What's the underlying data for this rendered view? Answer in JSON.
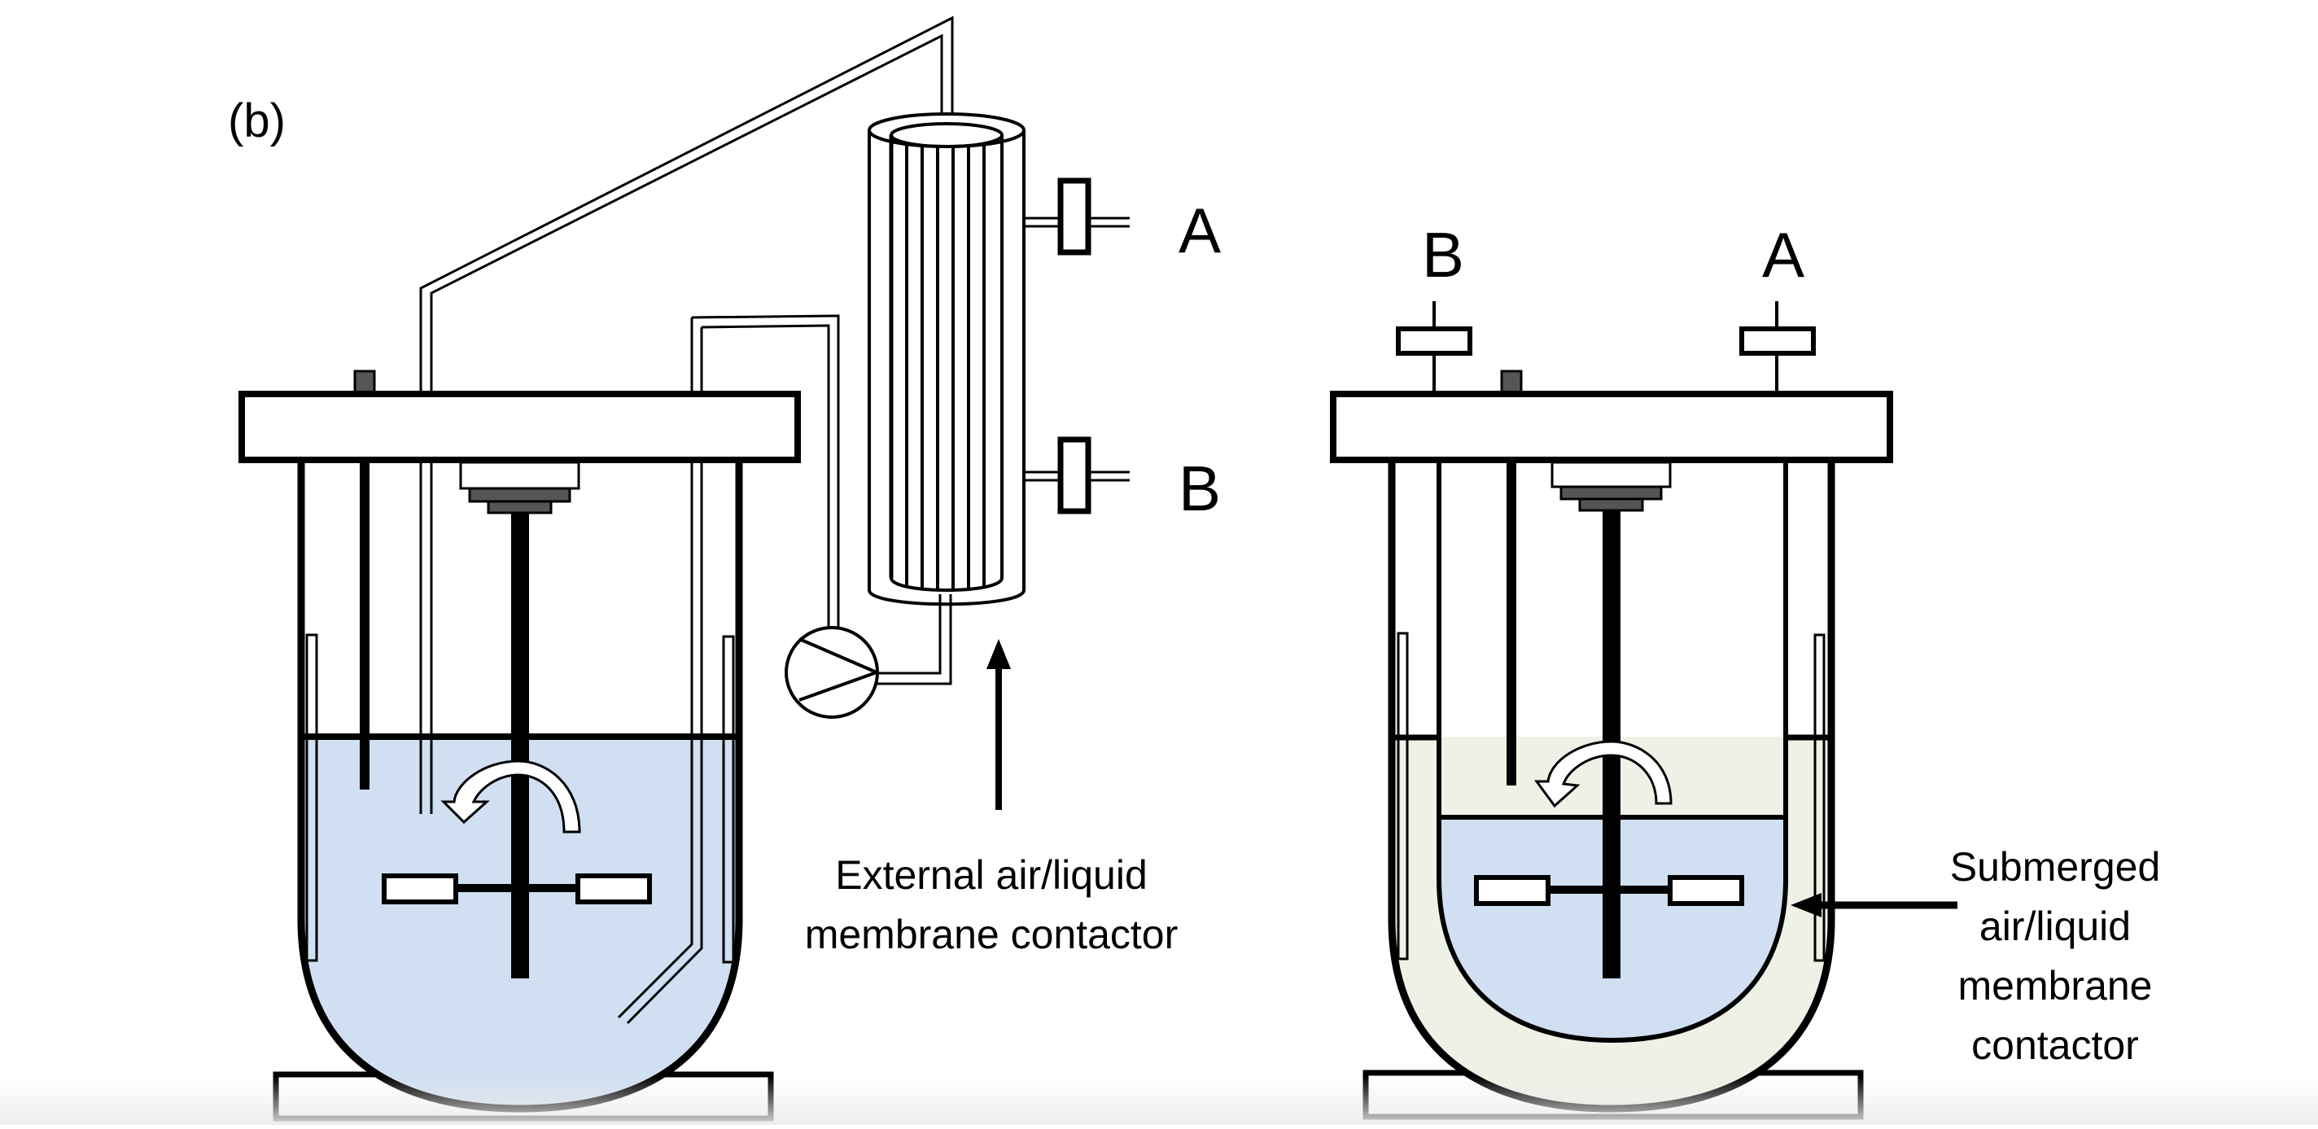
{
  "figure": {
    "panel_label": "(b)",
    "colors": {
      "liquid": "#D0DFF1",
      "membrane_annulus": "#EEF1E5",
      "stroke": "#000000",
      "fitting_dark": "#555555",
      "background": "#FFFFFF"
    }
  },
  "left_setup": {
    "column_port_top_label": "A",
    "column_port_bottom_label": "B",
    "caption_line1": "External air/liquid",
    "caption_line2": "membrane contactor",
    "components": [
      "stirred-tank-reactor",
      "lid",
      "impeller",
      "rotation-arrow",
      "baffles",
      "probe",
      "recirculation-tubing",
      "pump",
      "hollow-fiber-membrane-column",
      "port-valves",
      "callout-arrow"
    ]
  },
  "right_setup": {
    "port_left_label": "B",
    "port_right_label": "A",
    "caption_line1": "Submerged",
    "caption_line2": "air/liquid",
    "caption_line3": "membrane",
    "caption_line4": "contactor",
    "components": [
      "stirred-tank-reactor",
      "lid",
      "impeller",
      "rotation-arrow",
      "baffles",
      "probe",
      "submerged-membrane-jacket",
      "port-valves",
      "callout-arrow"
    ]
  }
}
